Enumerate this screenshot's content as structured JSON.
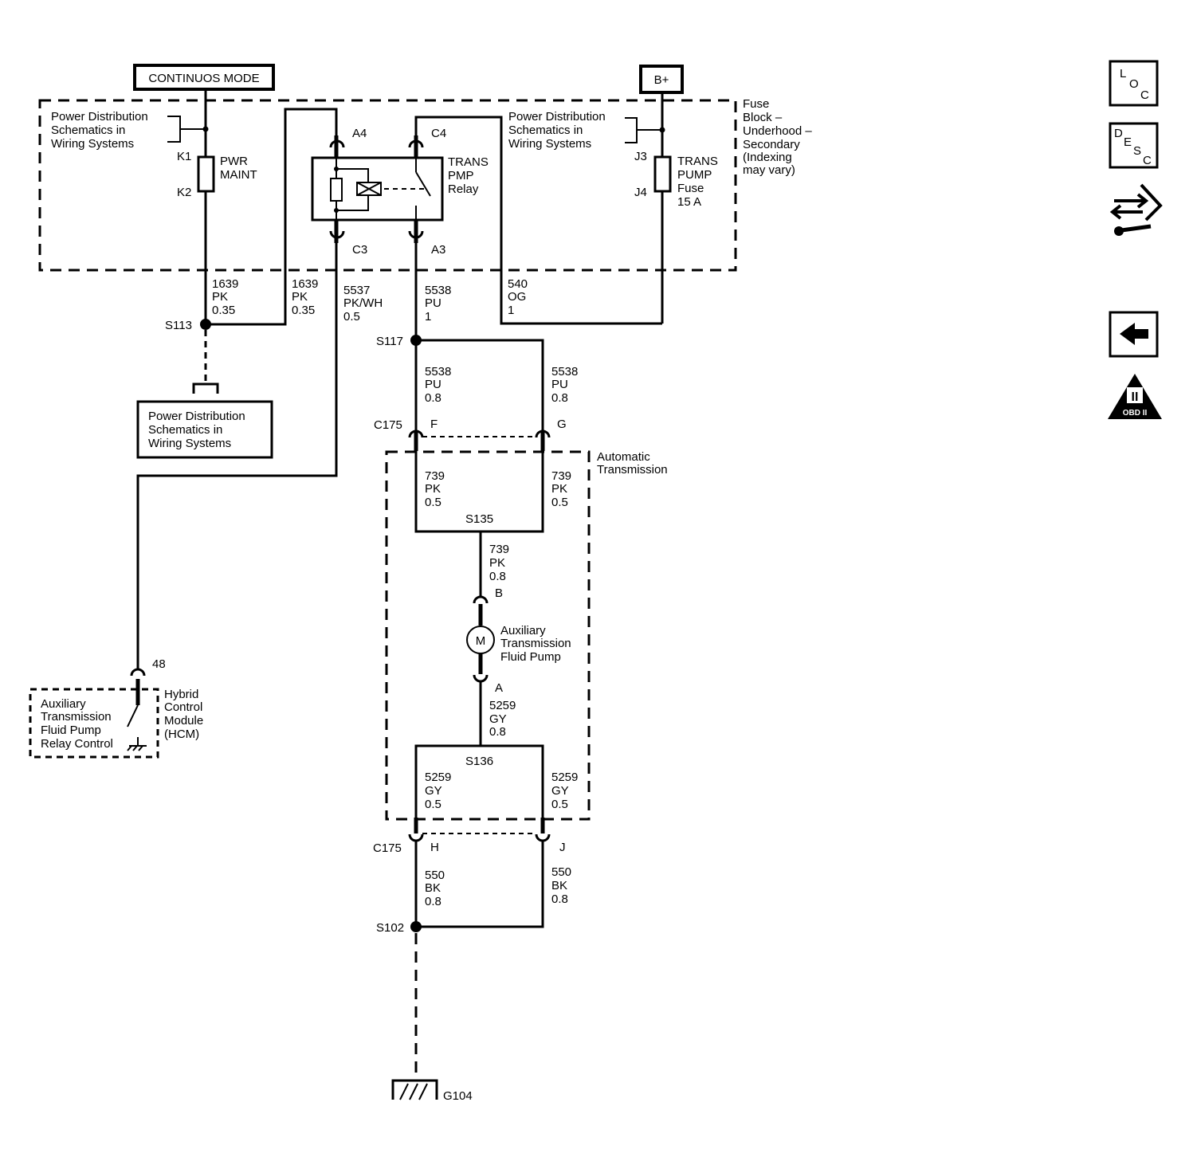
{
  "header": {
    "mode_label": "CONTINUOS MODE",
    "bplus_label": "B+"
  },
  "fuse_block": {
    "label": [
      "Fuse",
      "Block –",
      "Underhood –",
      "Secondary",
      "(Indexing",
      "may vary)"
    ],
    "pdist_left": [
      "Power Distribution",
      "Schematics in",
      "Wiring Systems"
    ],
    "pdist_right": [
      "Power Distribution",
      "Schematics in",
      "Wiring Systems"
    ],
    "pwr_maint": {
      "pins": [
        "K1",
        "K2"
      ],
      "label": [
        "PWR",
        "MAINT"
      ]
    },
    "trans_pump_fuse": {
      "pins": [
        "J3",
        "J4"
      ],
      "label": [
        "TRANS",
        "PUMP",
        "Fuse",
        "15 A"
      ]
    },
    "relay": {
      "label": [
        "TRANS",
        "PMP",
        "Relay"
      ],
      "pins": [
        "A4",
        "C4",
        "C3",
        "A3"
      ]
    }
  },
  "wires": {
    "w1639_left": [
      "1639",
      "PK",
      "0.35"
    ],
    "w1639_right": [
      "1639",
      "PK",
      "0.35"
    ],
    "w5537": [
      "5537",
      "PK/WH",
      "0.5"
    ],
    "w5538_main": [
      "5538",
      "PU",
      "1"
    ],
    "w540": [
      "540",
      "OG",
      "1"
    ],
    "w5538_left": [
      "5538",
      "PU",
      "0.8"
    ],
    "w5538_right": [
      "5538",
      "PU",
      "0.8"
    ],
    "w739_left": [
      "739",
      "PK",
      "0.5"
    ],
    "w739_right": [
      "739",
      "PK",
      "0.5"
    ],
    "w739_mid": [
      "739",
      "PK",
      "0.8"
    ],
    "w5259_mid": [
      "5259",
      "GY",
      "0.8"
    ],
    "w5259_left": [
      "5259",
      "GY",
      "0.5"
    ],
    "w5259_right": [
      "5259",
      "GY",
      "0.5"
    ],
    "w550_left": [
      "550",
      "BK",
      "0.8"
    ],
    "w550_right": [
      "550",
      "BK",
      "0.8"
    ]
  },
  "splices": {
    "s113": "S113",
    "s117": "S117",
    "s135": "S135",
    "s136": "S136",
    "s102": "S102"
  },
  "connectors": {
    "c175_top": "C175",
    "c175_bottom": "C175",
    "pin_f": "F",
    "pin_g": "G",
    "pin_h": "H",
    "pin_j": "J",
    "pin_b": "B",
    "pin_a": "A",
    "pin_48": "48"
  },
  "pdist_box": [
    "Power Distribution",
    "Schematics in",
    "Wiring Systems"
  ],
  "hcm": {
    "label": [
      "Hybrid",
      "Control",
      "Module",
      "(HCM)"
    ],
    "inner": [
      "Auxiliary",
      "Transmission",
      "Fluid Pump",
      "Relay Control"
    ]
  },
  "auto_trans": {
    "label": [
      "Automatic",
      "Transmission"
    ]
  },
  "motor": {
    "symbol": "M",
    "label": [
      "Auxiliary",
      "Transmission",
      "Fluid Pump"
    ]
  },
  "ground": {
    "label": "G104"
  },
  "side_icons": {
    "loc": [
      "L",
      "O",
      "C"
    ],
    "desc": [
      "D",
      "E",
      "S",
      "C"
    ],
    "obd": {
      "roman": "II",
      "label": "OBD II"
    },
    "icons": [
      "loc-icon",
      "desc-icon",
      "connector-tools-icon",
      "back-arrow-icon",
      "obd-ii-icon"
    ]
  }
}
